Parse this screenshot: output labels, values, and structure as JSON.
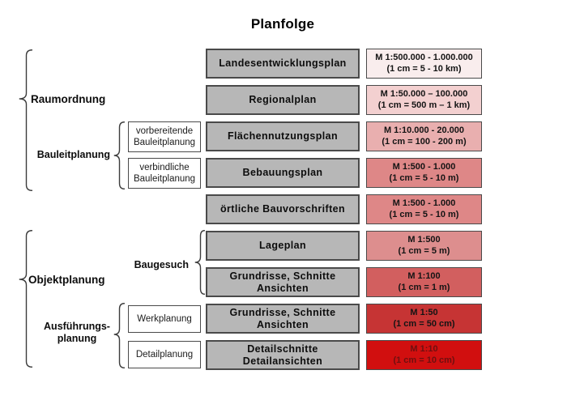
{
  "title": "Planfolge",
  "colors": {
    "gray_box": "#b7b7b7",
    "box_border": "#4a4a4a",
    "brace_stroke": "#3c3c3c"
  },
  "left_groups": {
    "raumordnung": "Raumordnung",
    "bauleitplanung": "Bauleitplanung",
    "objektplanung": "Objektplanung",
    "baugesuch": "Baugesuch",
    "ausfuehrungsplanung_lines": [
      "Ausführungs-",
      "planung"
    ]
  },
  "sub_plans": [
    {
      "lines": [
        "vorbereitende",
        "Bauleitplanung"
      ]
    },
    {
      "lines": [
        "verbindliche",
        "Bauleitplanung"
      ]
    },
    {
      "lines": [
        "Werkplanung"
      ]
    },
    {
      "lines": [
        "Detailplanung"
      ]
    }
  ],
  "rows": [
    {
      "plan_lines": [
        "Landesentwicklungsplan"
      ],
      "scale_lines": [
        "M 1:500.000 - 1.000.000",
        "(1 cm = 5 - 10 km)"
      ],
      "scale_color": "#f9eded",
      "scale_text_color": "#141414"
    },
    {
      "plan_lines": [
        "Regionalplan"
      ],
      "scale_lines": [
        "M 1:50.000 – 100.000",
        "(1 cm = 500 m – 1 km)"
      ],
      "scale_color": "#f3d0d0",
      "scale_text_color": "#141414"
    },
    {
      "plan_lines": [
        "Flächennutzungsplan"
      ],
      "scale_lines": [
        "M 1:10.000 - 20.000",
        "(1 cm = 100 - 200 m)"
      ],
      "scale_color": "#e9afaf",
      "scale_text_color": "#141414"
    },
    {
      "plan_lines": [
        "Bebauungsplan"
      ],
      "scale_lines": [
        "M 1:500 - 1.000",
        "(1 cm = 5 - 10 m)"
      ],
      "scale_color": "#de8787",
      "scale_text_color": "#141414"
    },
    {
      "plan_lines": [
        "örtliche Bauvorschriften"
      ],
      "scale_lines": [
        "M 1:500 - 1.000",
        "(1 cm = 5 - 10 m)"
      ],
      "scale_color": "#de8787",
      "scale_text_color": "#141414"
    },
    {
      "plan_lines": [
        "Lageplan"
      ],
      "scale_lines": [
        "M 1:500",
        "(1 cm = 5 m)"
      ],
      "scale_color": "#dd8e8e",
      "scale_text_color": "#141414"
    },
    {
      "plan_lines": [
        "Grundrisse, Schnitte",
        "Ansichten"
      ],
      "scale_lines": [
        "M 1:100",
        "(1 cm = 1 m)"
      ],
      "scale_color": "#d25f5f",
      "scale_text_color": "#141414"
    },
    {
      "plan_lines": [
        "Grundrisse, Schnitte",
        "Ansichten"
      ],
      "scale_lines": [
        "M 1:50",
        "(1 cm = 50 cm)"
      ],
      "scale_color": "#c63434",
      "scale_text_color": "#141414"
    },
    {
      "plan_lines": [
        "Detailschnitte",
        "Detailansichten"
      ],
      "scale_lines": [
        "M 1:10",
        "(1 cm = 10 cm)"
      ],
      "scale_color": "#d10f0f",
      "scale_text_color": "#6e1010"
    }
  ]
}
